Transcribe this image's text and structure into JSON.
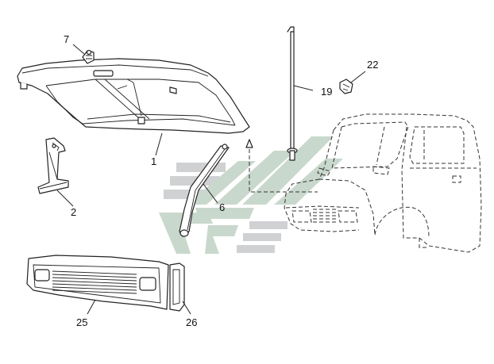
{
  "callouts": {
    "c1": "1",
    "c2": "2",
    "c6": "6",
    "c7": "7",
    "c19": "19",
    "c22": "22",
    "c25": "25",
    "c26": "26"
  },
  "colors": {
    "line": "#222222",
    "watermark_green": "#c9d8cc",
    "watermark_grey": "#cfd1d3",
    "background": "#ffffff"
  }
}
